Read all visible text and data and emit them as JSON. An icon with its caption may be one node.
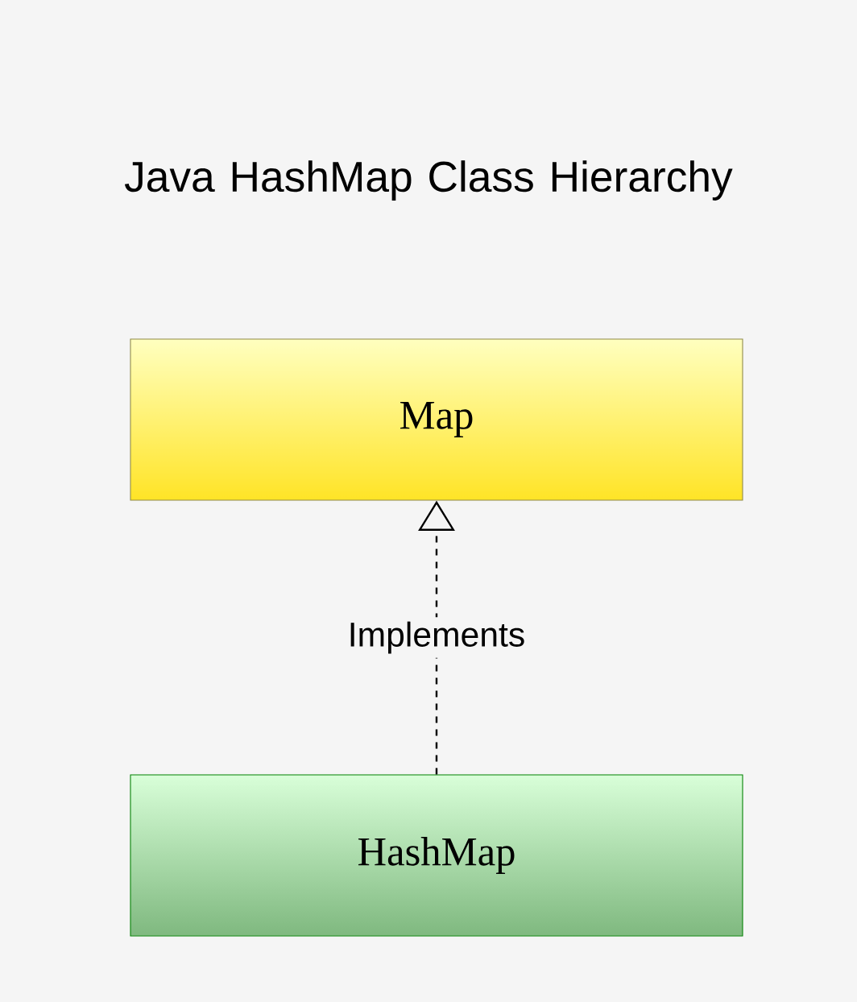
{
  "diagram": {
    "title": "Java HashMap Class Hierarchy",
    "nodes": [
      {
        "text": [
          "Map"
        ]
      },
      {
        "text": [
          "HashMap"
        ]
      }
    ],
    "edges": [
      {
        "from": 1,
        "to": 0,
        "arrow": "to",
        "label": "Implements",
        "style": "dashed"
      }
    ]
  }
}
